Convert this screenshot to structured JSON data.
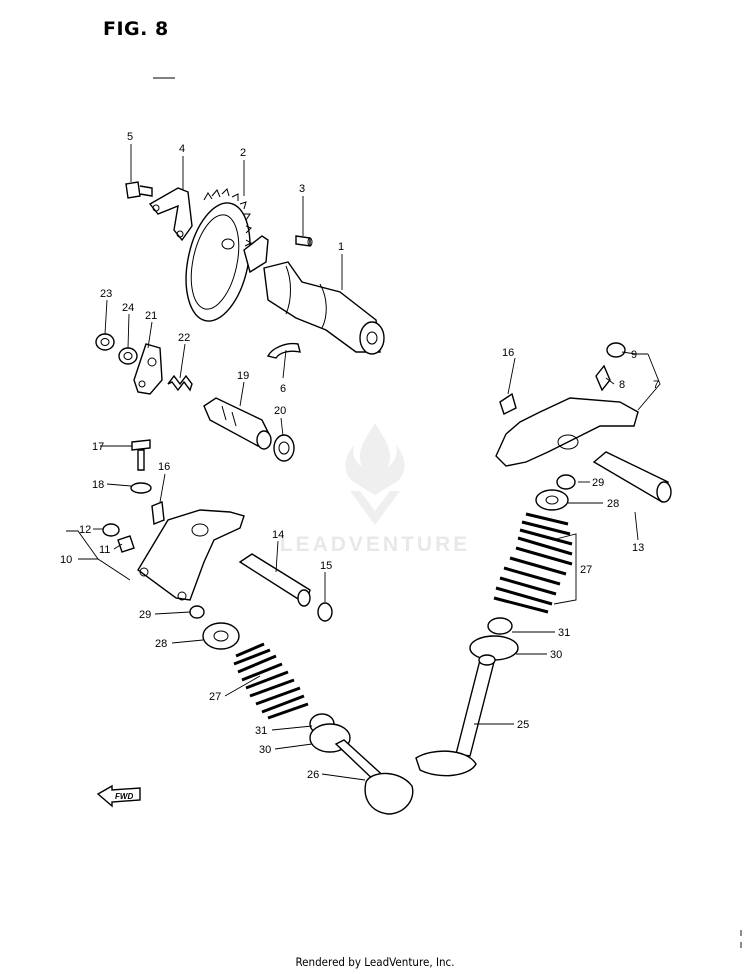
{
  "figure": {
    "title": "FIG. 8"
  },
  "watermark": {
    "text": "LEADVENTURE"
  },
  "fwd_arrow": {
    "label": "FWD"
  },
  "footer": {
    "text": "Rendered by LeadVenture, Inc."
  },
  "callouts": {
    "c1": "1",
    "c2": "2",
    "c3": "3",
    "c4": "4",
    "c5": "5",
    "c6": "6",
    "c7": "7",
    "c8": "8",
    "c9": "9",
    "c10": "10",
    "c11": "11",
    "c12": "12",
    "c13": "13",
    "c14": "14",
    "c15": "15",
    "c16a": "16",
    "c16b": "16",
    "c17": "17",
    "c18": "18",
    "c19": "19",
    "c20": "20",
    "c21": "21",
    "c22": "22",
    "c23": "23",
    "c24": "24",
    "c25": "25",
    "c26": "26",
    "c27a": "27",
    "c27b": "27",
    "c28a": "28",
    "c28b": "28",
    "c29a": "29",
    "c29b": "29",
    "c30a": "30",
    "c30b": "30",
    "c31a": "31",
    "c31b": "31"
  }
}
